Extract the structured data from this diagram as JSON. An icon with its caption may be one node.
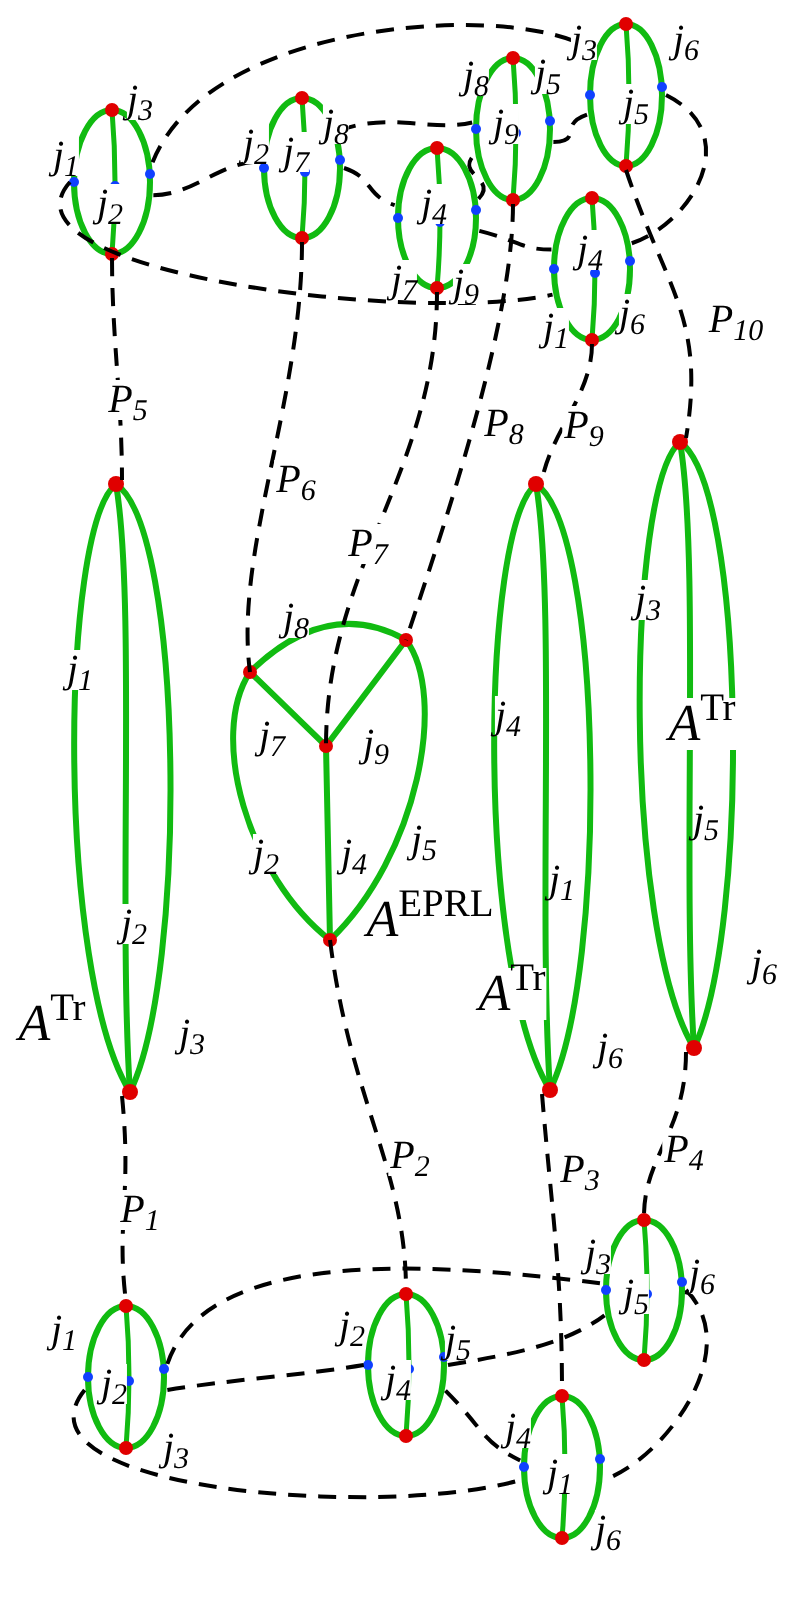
{
  "diagram": {
    "nodes": [
      {
        "text": [],
        "shape": "ellipse"
      },
      {
        "text": [],
        "shape": "ellipse"
      },
      {
        "text": [],
        "shape": "ellipse"
      },
      {
        "text": [],
        "shape": "ellipse"
      },
      {
        "text": [],
        "shape": "ellipse"
      },
      {
        "text": [],
        "shape": "ellipse"
      },
      {
        "text": [],
        "shape": "ellipse",
        "beside": [
          "*A*$^{Tr}$"
        ]
      },
      {
        "text": [],
        "shape": "triangle",
        "beside": [
          "*A*$^{EPRL}$"
        ]
      },
      {
        "text": [
          "*A*$^{Tr}$"
        ]
      },
      {
        "text": [
          "*A*$^{Tr}$"
        ]
      },
      {
        "text": [],
        "shape": "ellipse"
      },
      {
        "text": [],
        "shape": "ellipse"
      },
      {
        "text": [],
        "shape": "ellipse"
      },
      {
        "text": [],
        "shape": "ellipse"
      }
    ],
    "edges": [
      {
        "from": 0,
        "to": 6,
        "arrow": "none",
        "style": "dashed",
        "label": "P$_{5}$"
      },
      {
        "from": 1,
        "to": 7,
        "arrow": "none",
        "style": "dashed",
        "label": "P$_{6}$"
      },
      {
        "from": 2,
        "to": 7,
        "arrow": "none",
        "style": "dashed",
        "label": "P$_{7}$"
      },
      {
        "from": 3,
        "to": 7,
        "arrow": "none",
        "style": "dashed",
        "label": "P$_{8}$"
      },
      {
        "from": 4,
        "to": 8,
        "arrow": "none",
        "style": "dashed",
        "label": "P$_{9}$"
      },
      {
        "from": 5,
        "to": 9,
        "arrow": "none",
        "style": "dashed",
        "label": "P$_{10}$"
      },
      {
        "from": 6,
        "to": 10,
        "arrow": "none",
        "style": "dashed",
        "label": "P$_{1}$"
      },
      {
        "from": 7,
        "to": 11,
        "arrow": "none",
        "style": "dashed",
        "label": "P$_{2}$"
      },
      {
        "from": 8,
        "to": 12,
        "arrow": "none",
        "style": "dashed",
        "label": "P$_{3}$"
      },
      {
        "from": 9,
        "to": 13,
        "arrow": "none",
        "style": "dashed",
        "label": "P$_{4}$"
      },
      {
        "from": 0,
        "to": 4,
        "arrow": "none",
        "style": "dashed"
      },
      {
        "from": 0,
        "to": 1,
        "arrow": "none",
        "style": "dashed"
      },
      {
        "from": 0,
        "to": 5,
        "arrow": "none",
        "style": "dashed"
      },
      {
        "from": 2,
        "to": 4,
        "arrow": "none",
        "style": "dashed"
      },
      {
        "from": 3,
        "to": 5,
        "arrow": "none",
        "style": "dashed"
      },
      {
        "from": 5,
        "to": 4,
        "arrow": "none",
        "style": "dashed"
      },
      {
        "from": 1,
        "to": 2,
        "arrow": "none",
        "style": "dashed"
      },
      {
        "from": 1,
        "to": 3,
        "arrow": "none",
        "style": "dashed"
      },
      {
        "from": 2,
        "to": 3,
        "arrow": "none",
        "style": "dashed"
      },
      {
        "from": 10,
        "to": 12,
        "arrow": "none",
        "style": "dashed"
      },
      {
        "from": 10,
        "to": 11,
        "arrow": "none",
        "style": "dashed"
      },
      {
        "from": 10,
        "to": 13,
        "arrow": "none",
        "style": "dashed"
      },
      {
        "from": 11,
        "to": 12,
        "arrow": "none",
        "style": "dashed"
      },
      {
        "from": 11,
        "to": 13,
        "arrow": "none",
        "style": "dashed"
      },
      {
        "from": 13,
        "to": 12,
        "arrow": "none",
        "style": "dashed"
      }
    ],
    "labels": [
      "j$_{3}$",
      "j$_{1}$",
      "j$_{2}$",
      "j$_{2}$",
      "j$_{7}$",
      "j$_{8}$",
      "j$_{4}$",
      "j$_{7}$",
      "j$_{9}$",
      "j$_{8}$",
      "j$_{5}$",
      "j$_{9}$",
      "j$_{3}$",
      "j$_{6}$",
      "j$_{5}$",
      "j$_{4}$",
      "j$_{1}$",
      "j$_{6}$",
      "j$_{1}$",
      "j$_{2}$",
      "j$_{3}$",
      "j$_{8}$",
      "j$_{7}$",
      "j$_{9}$",
      "j$_{2}$",
      "j$_{4}$",
      "j$_{5}$",
      "j$_{4}$",
      "j$_{1}$",
      "j$_{6}$",
      "j$_{3}$",
      "j$_{5}$",
      "j$_{6}$",
      "j$_{1}$",
      "j$_{2}$",
      "j$_{3}$",
      "j$_{2}$",
      "j$_{4}$",
      "j$_{5}$",
      "j$_{3}$",
      "j$_{5}$",
      "j$_{6}$",
      "j$_{4}$",
      "j$_{1}$",
      "j$_{6}$"
    ]
  }
}
